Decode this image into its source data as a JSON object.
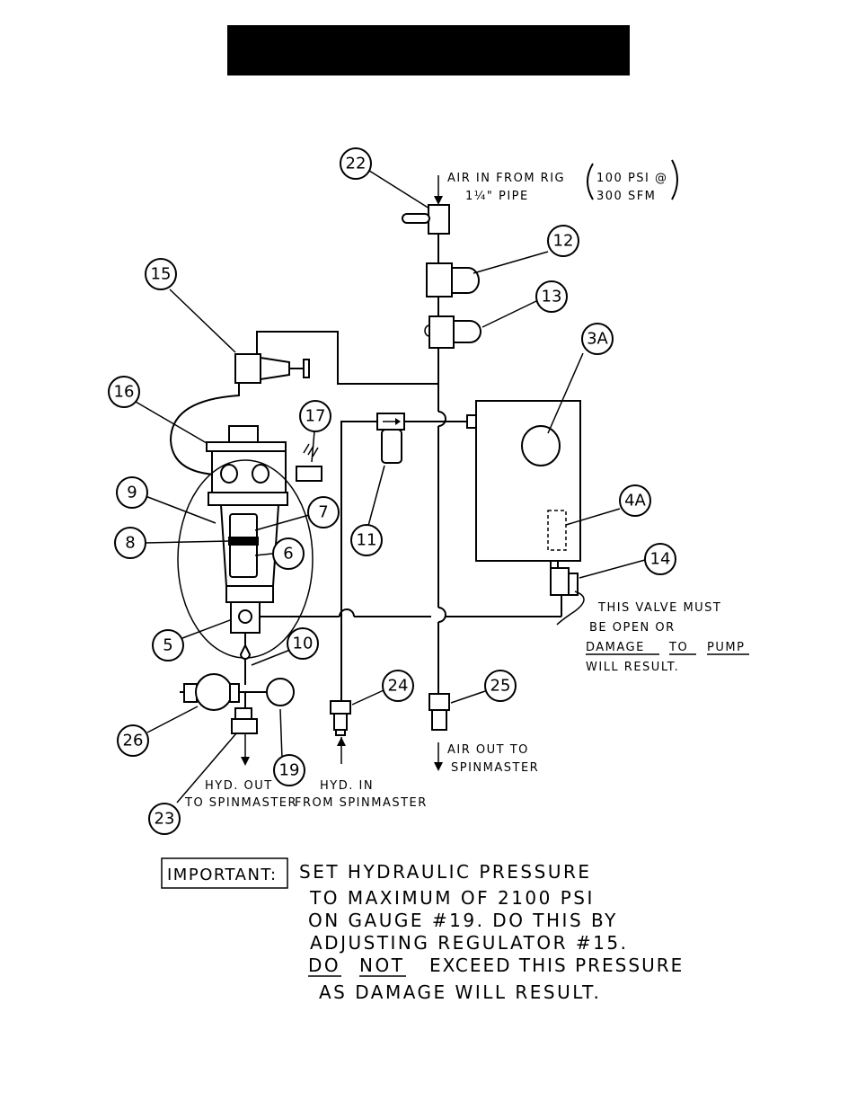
{
  "air_in": {
    "line1": "AIR IN FROM RIG",
    "line2": "1¼\" PIPE",
    "spec1": "100 PSI @",
    "spec2": "300 SFM"
  },
  "valve_warning": {
    "line1": "THIS VALVE MUST",
    "line2": "BE OPEN OR",
    "line3a": "DAMAGE",
    "line3b": "TO",
    "line3c": "PUMP",
    "line4": "WILL RESULT."
  },
  "air_out": {
    "line1": "AIR OUT TO",
    "line2": "SPINMASTER"
  },
  "hyd_in": {
    "line1": "HYD. IN",
    "line2": "FROM SPINMASTER"
  },
  "hyd_out": {
    "line1": "HYD. OUT",
    "line2": "TO SPINMASTER"
  },
  "important": {
    "label": "IMPORTANT:",
    "line1": "SET HYDRAULIC PRESSURE",
    "line2": "TO MAXIMUM OF 2100 PSI",
    "line3": "ON GAUGE #19. DO THIS BY",
    "line4": "ADJUSTING REGULATOR #15.",
    "line5a": "DO",
    "line5b": "NOT",
    "line5c": "EXCEED THIS PRESSURE",
    "line6": "AS DAMAGE WILL RESULT."
  },
  "callouts": [
    "22",
    "12",
    "13",
    "15",
    "3A",
    "16",
    "17",
    "9",
    "7",
    "8",
    "6",
    "11",
    "4A",
    "14",
    "5",
    "10",
    "24",
    "25",
    "26",
    "19",
    "23"
  ]
}
